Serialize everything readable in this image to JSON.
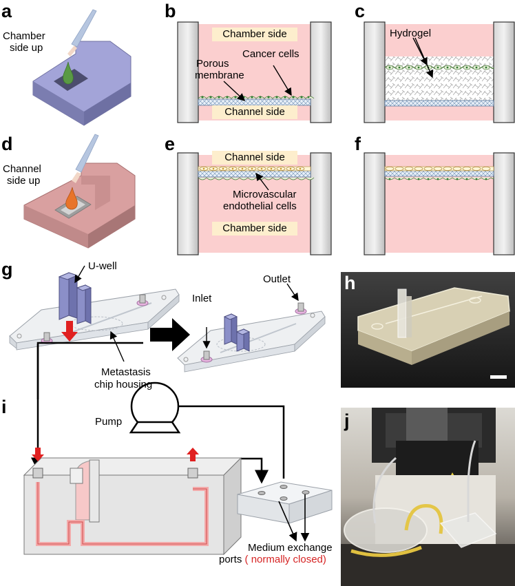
{
  "panels": {
    "a": {
      "letter": "a",
      "label_line1": "Chamber",
      "label_line2": "side up"
    },
    "b": {
      "letter": "b",
      "top_box": "Chamber side",
      "bottom_box": "Channel side",
      "cancer": "Cancer cells",
      "membrane_line1": "Porous",
      "membrane_line2": "membrane"
    },
    "c": {
      "letter": "c",
      "hydrogel": "Hydrogel"
    },
    "d": {
      "letter": "d",
      "label_line1": "Channel",
      "label_line2": "side up"
    },
    "e": {
      "letter": "e",
      "top_box": "Channel side",
      "bottom_box": "Chamber side",
      "endo_line1": "Microvascular",
      "endo_line2": "endothelial cells"
    },
    "f": {
      "letter": "f"
    },
    "g": {
      "letter": "g",
      "uwell": "U-well",
      "inlet": "Inlet",
      "outlet": "Outlet",
      "housing_line1": "Metastasis",
      "housing_line2": "chip housing"
    },
    "h": {
      "letter": "h"
    },
    "i": {
      "letter": "i",
      "pump": "Pump",
      "ports_line1": "Medium exchange",
      "ports_line2_prefix": "ports",
      "ports_closed": "( normally closed)"
    },
    "j": {
      "letter": "j"
    }
  },
  "colors": {
    "chamber_blue": "#9a9bd0",
    "channel_pink": "#d99a9a",
    "bg_pink": "#fbcfcf",
    "label_box": "#fdeecd",
    "drop_green": "#5a9a44",
    "drop_orange": "#e8742a",
    "arrow_red": "#e02020"
  }
}
